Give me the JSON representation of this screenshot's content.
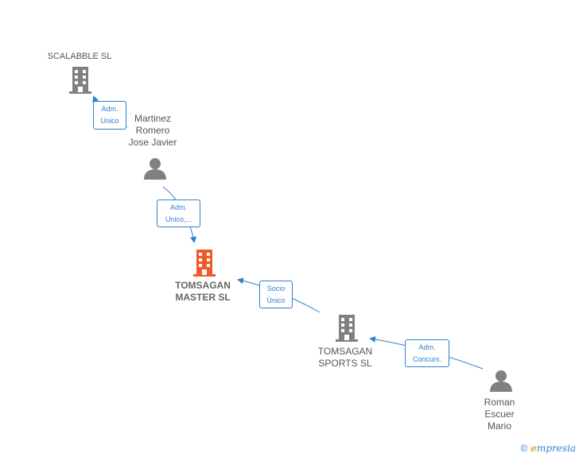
{
  "nodes": {
    "scalabble": {
      "label": "SCALABBLE SL"
    },
    "martinez": {
      "label": "Martinez\nRomero\nJose Javier"
    },
    "tomsagan_master": {
      "label": "TOMSAGAN\nMASTER SL"
    },
    "tomsagan_sports": {
      "label": "TOMSAGAN\nSPORTS SL"
    },
    "roman": {
      "label": "Roman\nEscuer\nMario"
    }
  },
  "edges": {
    "martinez_scalabble": {
      "label": "Adm.\nUnico"
    },
    "martinez_master": {
      "label": "Adm.\nUnico,..."
    },
    "sports_master": {
      "label": "Socio\nÚnico"
    },
    "roman_sports": {
      "label": "Adm.\nConcurs."
    }
  },
  "colors": {
    "company": "#808080",
    "company_main": "#f05a28",
    "person": "#808080",
    "edge": "#2f7fd1"
  },
  "footer": {
    "copyright": "©",
    "brand_first": "e",
    "brand_rest": "mpresia"
  }
}
